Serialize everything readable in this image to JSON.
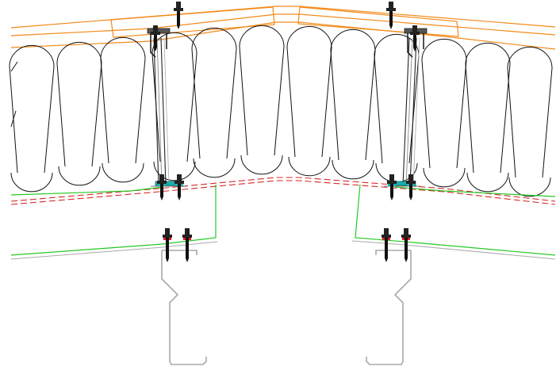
{
  "diagram": {
    "kind": "roof ridge section detail",
    "text_labels": [],
    "colors": {
      "background": "#ffffff",
      "outer_sheet": "#f28a1a",
      "insulation": "#111111",
      "liner_sheet": "#26c926",
      "vapour_control": "#d62828",
      "purlin": "#a9a9a9",
      "fixing_shank": "#111111",
      "fixing_head": "#e01b1b",
      "bracket": "#1ab0b0"
    },
    "components": [
      "outer-profiled-sheet",
      "ridge-flashing",
      "mineral-wool-insulation",
      "vapour-control-layer",
      "liner-sheet",
      "spacer-bracket",
      "self-drilling-fixing",
      "z-purlin"
    ]
  }
}
